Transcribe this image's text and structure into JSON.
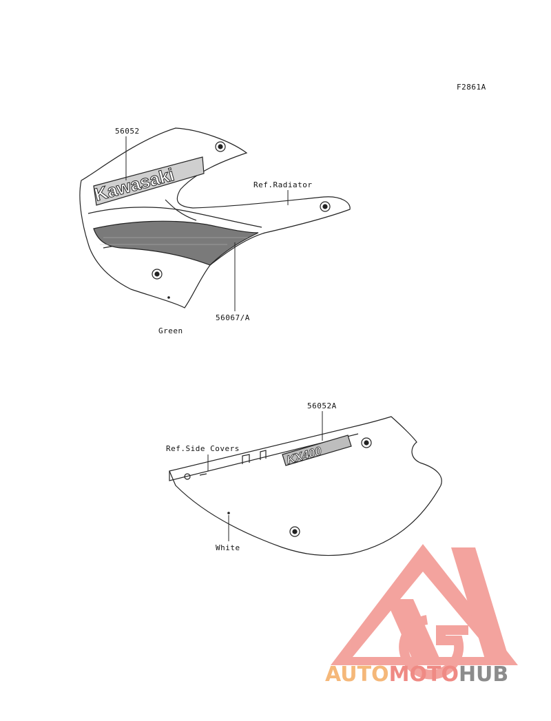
{
  "figure_code": "F2861A",
  "callouts": {
    "shroud_decal": "56052",
    "ref_radiator": "Ref.Radiator",
    "shroud_lower_decal": "56067/A",
    "shroud_color": "Green",
    "side_decal": "56052A",
    "ref_side_covers": "Ref.Side Covers",
    "side_color": "White"
  },
  "decal_text": {
    "brand": "Kawasaki",
    "model": "KX400"
  },
  "watermark": {
    "part1": "AUTO",
    "part2": "MOTO",
    "part3": "HUB",
    "colors": {
      "orange": "#f5b87a",
      "red": "#ef8a84",
      "gray": "#8c8c8c"
    }
  }
}
